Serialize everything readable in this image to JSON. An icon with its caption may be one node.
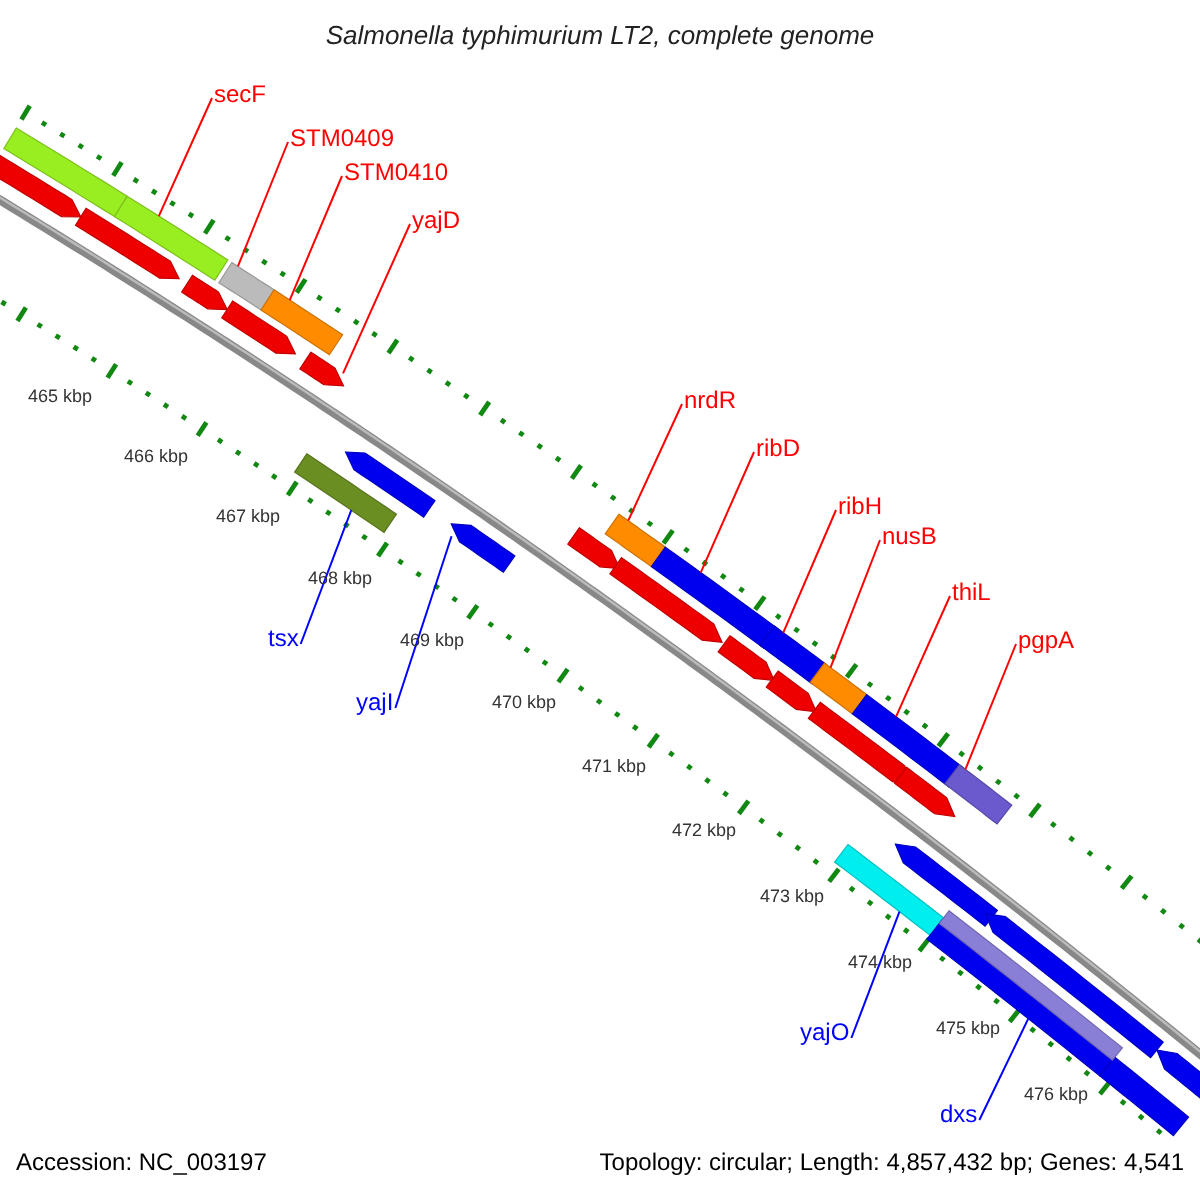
{
  "diagram": {
    "title": "Salmonella typhimurium LT2, complete genome",
    "nodes": [
      {
        "text": [
          "secF"
        ]
      },
      {
        "text": [
          "STM0409"
        ]
      },
      {
        "text": [
          "STM0410"
        ]
      },
      {
        "text": [
          "yajD"
        ]
      },
      {
        "text": [
          "nrdR"
        ]
      },
      {
        "text": [
          "ribD"
        ]
      },
      {
        "text": [
          "ribH"
        ]
      },
      {
        "text": [
          "nusB"
        ]
      },
      {
        "text": [
          "thiL"
        ]
      },
      {
        "text": [
          "pgpA"
        ]
      },
      {
        "text": [
          "tsx"
        ]
      },
      {
        "text": [
          "yajI"
        ]
      },
      {
        "text": [
          "yajO"
        ]
      },
      {
        "text": [
          "dxs"
        ]
      },
      {
        "text": [],
        "shape": "bar"
      },
      {
        "text": [],
        "shape": "bar"
      },
      {
        "text": [],
        "shape": "bar"
      },
      {
        "text": [],
        "shape": "bar"
      },
      {
        "text": [],
        "shape": "bar"
      },
      {
        "text": [],
        "shape": "bar"
      },
      {
        "text": [],
        "shape": "bar"
      },
      {
        "text": [],
        "shape": "bar"
      },
      {
        "text": [],
        "shape": "bar"
      },
      {
        "text": [],
        "shape": "bar"
      },
      {
        "text": [],
        "shape": "bar"
      },
      {
        "text": [],
        "shape": "bar"
      },
      {
        "text": [],
        "shape": "bar"
      },
      {
        "text": [],
        "shape": "bar"
      },
      {
        "text": [],
        "shape": "bar"
      },
      {
        "text": [],
        "shape": "bar"
      },
      {
        "text": [],
        "shape": "bar"
      },
      {
        "text": [],
        "shape": "bar"
      },
      {
        "text": [],
        "shape": "bar"
      },
      {
        "text": [],
        "shape": "bar"
      },
      {
        "text": [],
        "shape": "bar"
      },
      {
        "text": [],
        "shape": "bar"
      },
      {
        "text": [],
        "shape": "bar"
      },
      {
        "text": [],
        "shape": "bar"
      },
      {
        "text": [],
        "shape": "bar"
      },
      {
        "text": [],
        "shape": "bar"
      },
      {
        "text": [],
        "shape": "bar"
      },
      {
        "text": [],
        "shape": "bar"
      },
      {
        "text": [],
        "shape": "bar"
      },
      {
        "text": [],
        "shape": "bar"
      },
      {
        "text": [],
        "shape": "bar"
      }
    ],
    "edges": [
      {
        "from": 0,
        "to": 14,
        "arrow": "none"
      },
      {
        "from": 1,
        "to": 15,
        "arrow": "none"
      },
      {
        "from": 2,
        "to": 16,
        "arrow": "none"
      },
      {
        "from": 3,
        "to": 17,
        "arrow": "none"
      },
      {
        "from": 4,
        "to": 18,
        "arrow": "none"
      },
      {
        "from": 5,
        "to": 19,
        "arrow": "none"
      },
      {
        "from": 6,
        "to": 20,
        "arrow": "none"
      },
      {
        "from": 7,
        "to": 21,
        "arrow": "none"
      },
      {
        "from": 8,
        "to": 22,
        "arrow": "none"
      },
      {
        "from": 9,
        "to": 23,
        "arrow": "none"
      },
      {
        "from": 10,
        "to": 24,
        "arrow": "none",
        "color": "#0000ff"
      },
      {
        "from": 11,
        "to": 25,
        "arrow": "none",
        "color": "#0000ff"
      },
      {
        "from": 12,
        "to": 26,
        "arrow": "none",
        "color": "#0000ff"
      },
      {
        "from": 13,
        "to": 27,
        "arrow": "none",
        "color": "#0000ff"
      }
    ],
    "labels": [
      "465 kbp",
      "466 kbp",
      "467 kbp",
      "468 kbp",
      "469 kbp",
      "470 kbp",
      "471 kbp",
      "472 kbp",
      "473 kbp",
      "474 kbp",
      "475 kbp",
      "476 kbp",
      "Accession: NC_003197",
      "Topology: circular; Length: 4,857,432 bp; Genes: 4,541"
    ]
  }
}
